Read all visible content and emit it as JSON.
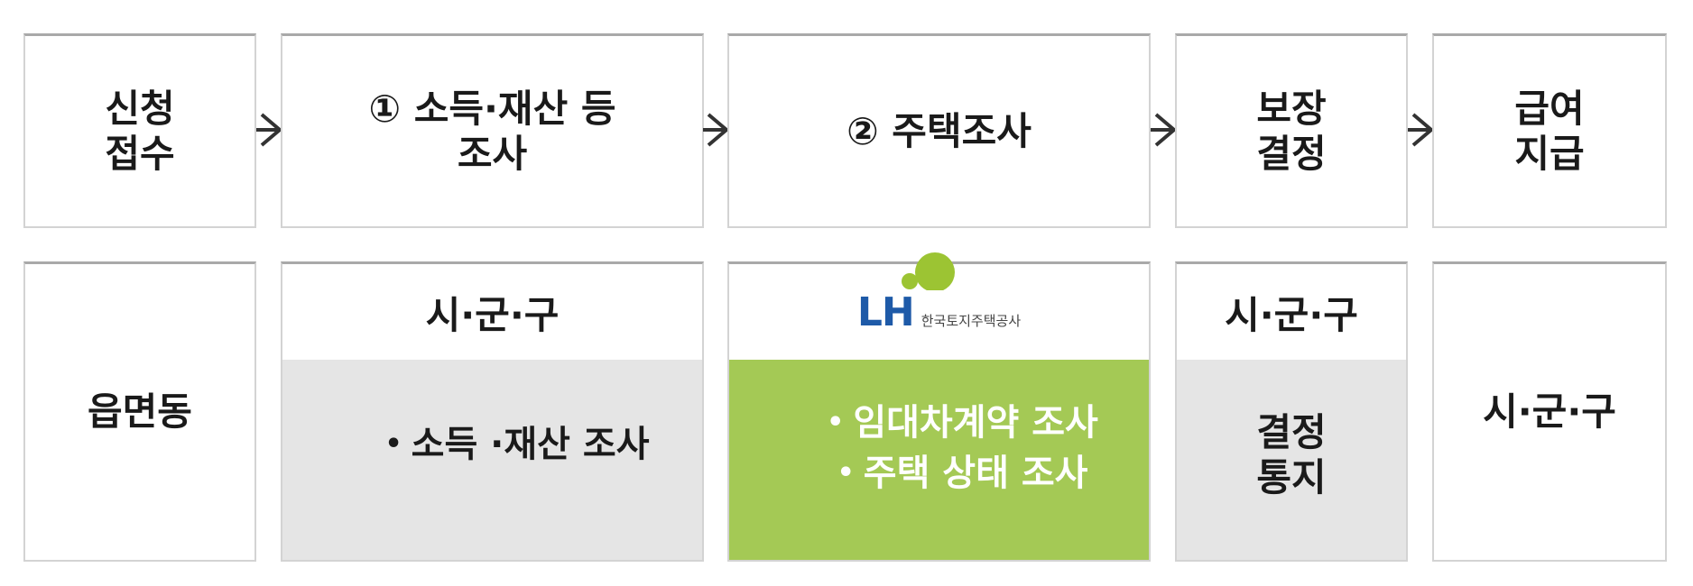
{
  "steps": [
    {
      "label": "신청\n접수"
    },
    {
      "label": "① 소득·재산 등\n조사"
    },
    {
      "label": "② 주택조사"
    },
    {
      "label": "보장\n결정"
    },
    {
      "label": "급여\n지급"
    }
  ],
  "agencies": {
    "reception": {
      "label": "읍면동"
    },
    "income": {
      "head": "시·군·구",
      "items": [
        "소득 ·재산 조사"
      ]
    },
    "housing": {
      "logo_letters": "LH",
      "logo_text": "한국토지주택공사",
      "items": [
        "임대차계약 조사",
        "주택 상태 조사"
      ],
      "accent_color": "#a4c955",
      "logo_color": "#1e5aa8"
    },
    "decision": {
      "head": "시·군·구",
      "body": "결정\n통지"
    },
    "payment": {
      "label": "시·군·구"
    }
  },
  "bullet": "•",
  "icons": {
    "arrow": "arrow-right-icon",
    "logo": "lh-leaf-icon"
  }
}
